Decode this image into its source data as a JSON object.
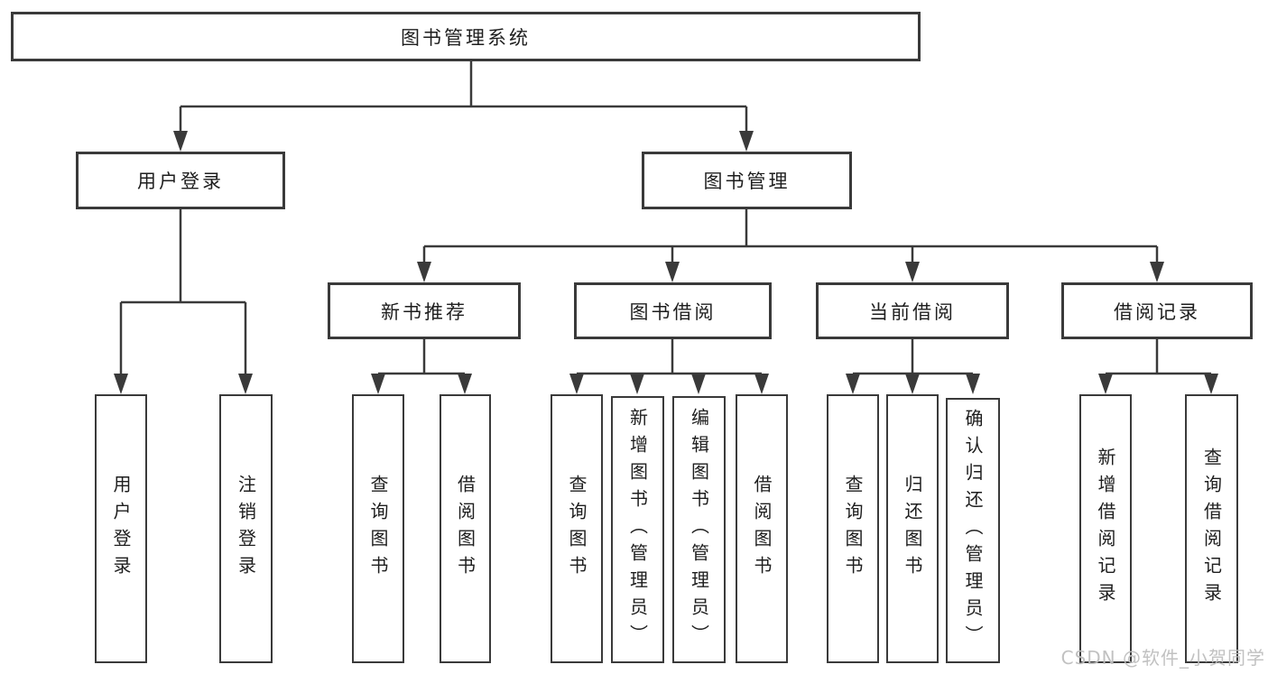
{
  "diagram_title": "图书管理系统",
  "nodes": {
    "root": {
      "label": "图书管理系统"
    },
    "user_login": {
      "label": "用户登录"
    },
    "book_mgmt": {
      "label": "图书管理"
    },
    "new_book_rec": {
      "label": "新书推荐"
    },
    "book_borrow": {
      "label": "图书借阅"
    },
    "current_borrow": {
      "label": "当前借阅"
    },
    "borrow_records": {
      "label": "借阅记录"
    },
    "leaf_user_login": {
      "label": "用户登录"
    },
    "leaf_logout": {
      "label": "注销登录"
    },
    "leaf_query_book_rec": {
      "label": "查询图书"
    },
    "leaf_borrow_book_rec": {
      "label": "借阅图书"
    },
    "leaf_query_book_borrow": {
      "label": "查询图书"
    },
    "leaf_add_book": {
      "label": "新增图书（管理员）"
    },
    "leaf_edit_book": {
      "label": "编辑图书（管理员）"
    },
    "leaf_borrow_book_borrow": {
      "label": "借阅图书"
    },
    "leaf_query_book_current": {
      "label": "查询图书"
    },
    "leaf_return_book": {
      "label": "归还图书"
    },
    "leaf_confirm_return": {
      "label": "确认归还（管理员）"
    },
    "leaf_add_record": {
      "label": "新增借阅记录"
    },
    "leaf_query_record": {
      "label": "查询借阅记录"
    }
  },
  "hierarchy": {
    "图书管理系统": {
      "用户登录": [
        "用户登录",
        "注销登录"
      ],
      "图书管理": {
        "新书推荐": [
          "查询图书",
          "借阅图书"
        ],
        "图书借阅": [
          "查询图书",
          "新增图书（管理员）",
          "编辑图书（管理员）",
          "借阅图书"
        ],
        "当前借阅": [
          "查询图书",
          "归还图书",
          "确认归还（管理员）"
        ],
        "借阅记录": [
          "新增借阅记录",
          "查询借阅记录"
        ]
      }
    }
  },
  "watermark": {
    "text": "CSDN @软件_小贺同学"
  },
  "colors": {
    "line": "#3a3a3a",
    "box_border": "#3a3a3a",
    "text": "#1e1e1e",
    "watermark": "#bebebe",
    "background": "#ffffff"
  }
}
